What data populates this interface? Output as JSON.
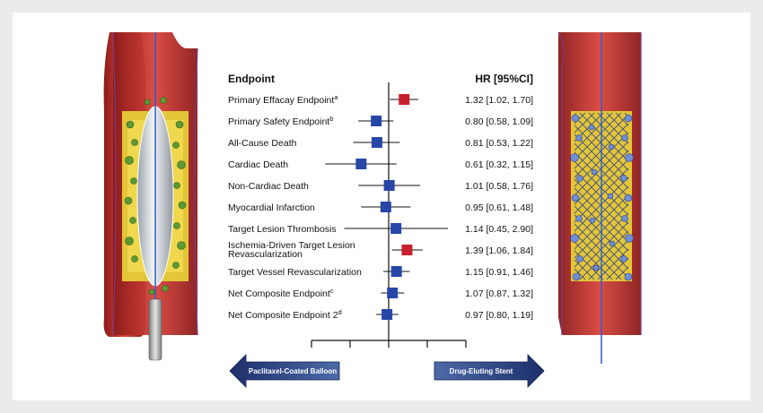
{
  "chart_data": {
    "type": "forest",
    "headers": {
      "endpoint": "Endpoint",
      "hr": "HR [95%CI]"
    },
    "rows": [
      {
        "label": "Primary Effacay Endpoint",
        "sup": "a",
        "hr_text": "1.32 [1.02, 1.70]",
        "hr": 1.32,
        "lo": 1.02,
        "hi": 1.7,
        "color": "#c8202e"
      },
      {
        "label": "Primary Safety Endpoint",
        "sup": "b",
        "hr_text": "0.80 [0.58, 1.09]",
        "hr": 0.8,
        "lo": 0.58,
        "hi": 1.09,
        "color": "#2846a8"
      },
      {
        "label": "All-Cause Death",
        "sup": "",
        "hr_text": "0.81 [0.53, 1.22]",
        "hr": 0.81,
        "lo": 0.53,
        "hi": 1.22,
        "color": "#2846a8"
      },
      {
        "label": "Cardiac Death",
        "sup": "",
        "hr_text": "0.61 [0.32, 1.15]",
        "hr": 0.61,
        "lo": 0.32,
        "hi": 1.15,
        "color": "#2846a8"
      },
      {
        "label": "Non-Cardiac Death",
        "sup": "",
        "hr_text": "1.01 [0.58, 1.76]",
        "hr": 1.01,
        "lo": 0.58,
        "hi": 1.76,
        "color": "#2846a8"
      },
      {
        "label": "Myocardial Infarction",
        "sup": "",
        "hr_text": "0.95 [0.61, 1.48]",
        "hr": 0.95,
        "lo": 0.61,
        "hi": 1.48,
        "color": "#2846a8"
      },
      {
        "label": "Target Lesion Thrombosis",
        "sup": "",
        "hr_text": "1.14 [0.45, 2.90]",
        "hr": 1.14,
        "lo": 0.45,
        "hi": 2.9,
        "color": "#2846a8"
      },
      {
        "label": "Ischemia-Driven Target Lesion",
        "label2": "Revascularization",
        "sup": "",
        "hr_text": "1.39 [1.06, 1.84]",
        "hr": 1.39,
        "lo": 1.06,
        "hi": 1.84,
        "color": "#c8202e"
      },
      {
        "label": "Target Vessel Revascularization",
        "sup": "",
        "hr_text": "1.15 [0.91, 1.46]",
        "hr": 1.15,
        "lo": 0.91,
        "hi": 1.46,
        "color": "#2846a8"
      },
      {
        "label": "Net Composite Endpoint",
        "sup": "c",
        "hr_text": "1.07 [0.87, 1.32]",
        "hr": 1.07,
        "lo": 0.87,
        "hi": 1.32,
        "color": "#2846a8"
      },
      {
        "label": "Net Composite Endpoint 2",
        "sup": "d",
        "hr_text": "0.97 [0.80, 1.19]",
        "hr": 0.97,
        "lo": 0.8,
        "hi": 1.19,
        "color": "#2846a8"
      }
    ],
    "x_scale": "log",
    "reference_line": 1,
    "xlim": [
      0.25,
      4
    ],
    "arrows": {
      "left": "Paclitaxel-Coated Balloon",
      "right": "Drug-Eluting Stent"
    }
  }
}
